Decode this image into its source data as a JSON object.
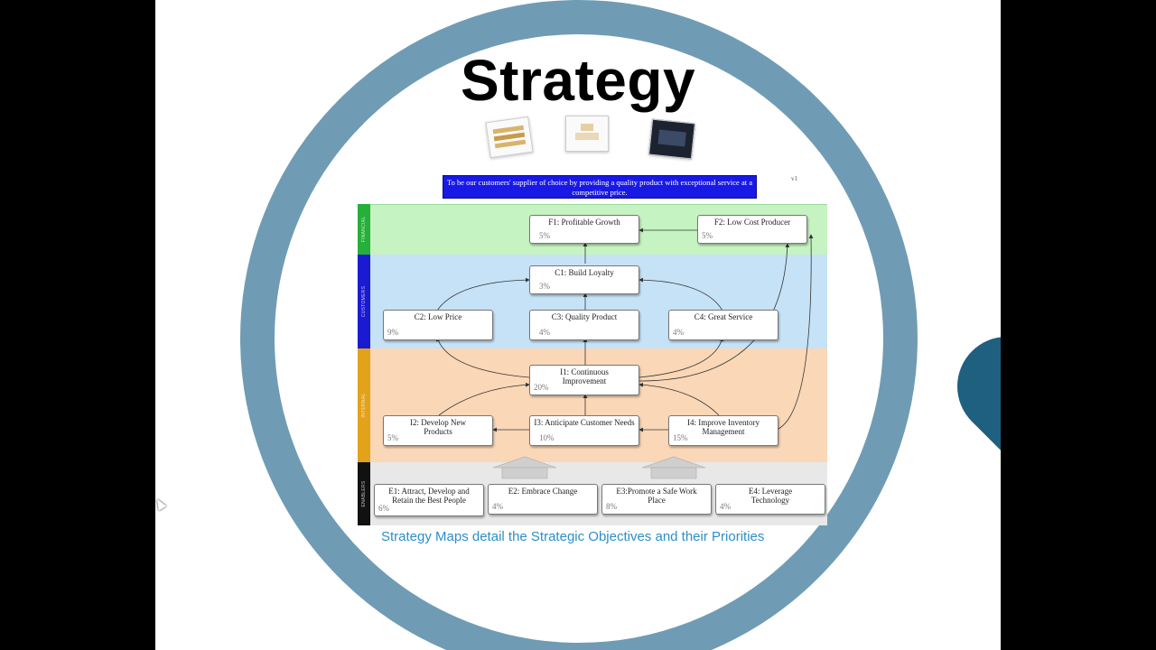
{
  "slide": {
    "title": "Strategy",
    "caption": "Strategy Maps detail the Strategic Objectives and their Priorities"
  },
  "map": {
    "vision": "To be our customers' supplier of choice by providing a quality product with exceptional service at a competitive price.",
    "version": "v1",
    "perspectives": [
      "FINANCIAL",
      "CUSTOMERS",
      "INTERNAL",
      "ENABLERS"
    ],
    "objectives": {
      "f1": {
        "name": "F1: Profitable Growth",
        "priority": "5%"
      },
      "f2": {
        "name": "F2: Low Cost Producer",
        "priority": "5%"
      },
      "c1": {
        "name": "C1: Build Loyalty",
        "priority": "3%"
      },
      "c2": {
        "name": "C2: Low Price",
        "priority": "9%"
      },
      "c3": {
        "name": "C3: Quality Product",
        "priority": "4%"
      },
      "c4": {
        "name": "C4: Great Service",
        "priority": "4%"
      },
      "i1": {
        "name": "I1: Continuous Improvement",
        "priority": "20%"
      },
      "i2": {
        "name": "I2: Develop New Products",
        "priority": "5%"
      },
      "i3": {
        "name": "I3: Anticipate Customer Needs",
        "priority": "10%"
      },
      "i4": {
        "name": "I4: Improve Inventory Management",
        "priority": "15%"
      },
      "e1": {
        "name": "E1: Attract, Develop and Retain the Best People",
        "priority": "6%"
      },
      "e2": {
        "name": "E2: Embrace Change",
        "priority": "4%"
      },
      "e3": {
        "name": "E3:Promote a Safe Work Place",
        "priority": "8%"
      },
      "e4": {
        "name": "E4: Leverage Technology",
        "priority": "4%"
      }
    }
  },
  "colors": {
    "ring": "#6f9cb4",
    "financial": "#26b03a",
    "customers": "#1a1ad2",
    "internal": "#e2a21a",
    "enablers": "#111111",
    "caption": "#2d8fc7",
    "vision": "#1919e6"
  }
}
